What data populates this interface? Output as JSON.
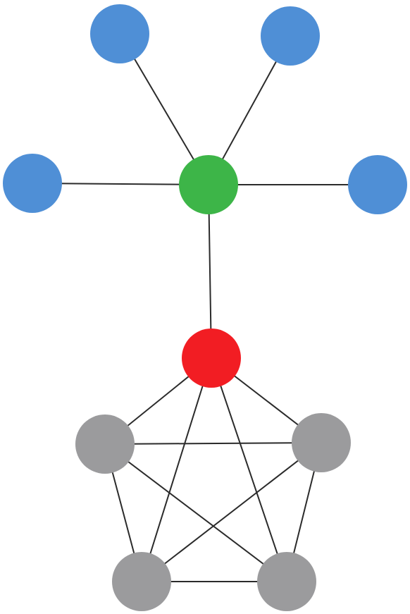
{
  "diagram": {
    "type": "network-graph",
    "colors": {
      "blue": "#4f8fd6",
      "green": "#3db548",
      "red": "#f21d23",
      "gray": "#9b9b9d",
      "edge": "#2b2b2b"
    },
    "nodes": [
      {
        "id": "blue-top-left",
        "group": "blue"
      },
      {
        "id": "blue-top-right",
        "group": "blue"
      },
      {
        "id": "blue-left",
        "group": "blue"
      },
      {
        "id": "blue-right",
        "group": "blue"
      },
      {
        "id": "green-hub",
        "group": "green"
      },
      {
        "id": "red-hub",
        "group": "red"
      },
      {
        "id": "gray-upper-left",
        "group": "gray"
      },
      {
        "id": "gray-upper-right",
        "group": "gray"
      },
      {
        "id": "gray-lower-left",
        "group": "gray"
      },
      {
        "id": "gray-lower-right",
        "group": "gray"
      }
    ],
    "edges": [
      [
        "green-hub",
        "blue-top-left"
      ],
      [
        "green-hub",
        "blue-top-right"
      ],
      [
        "green-hub",
        "blue-left"
      ],
      [
        "green-hub",
        "blue-right"
      ],
      [
        "green-hub",
        "red-hub"
      ],
      [
        "red-hub",
        "gray-upper-left"
      ],
      [
        "red-hub",
        "gray-upper-right"
      ],
      [
        "red-hub",
        "gray-lower-left"
      ],
      [
        "red-hub",
        "gray-lower-right"
      ],
      [
        "gray-upper-left",
        "gray-upper-right"
      ],
      [
        "gray-upper-left",
        "gray-lower-left"
      ],
      [
        "gray-upper-left",
        "gray-lower-right"
      ],
      [
        "gray-upper-right",
        "gray-lower-left"
      ],
      [
        "gray-upper-right",
        "gray-lower-right"
      ],
      [
        "gray-lower-left",
        "gray-lower-right"
      ]
    ]
  }
}
